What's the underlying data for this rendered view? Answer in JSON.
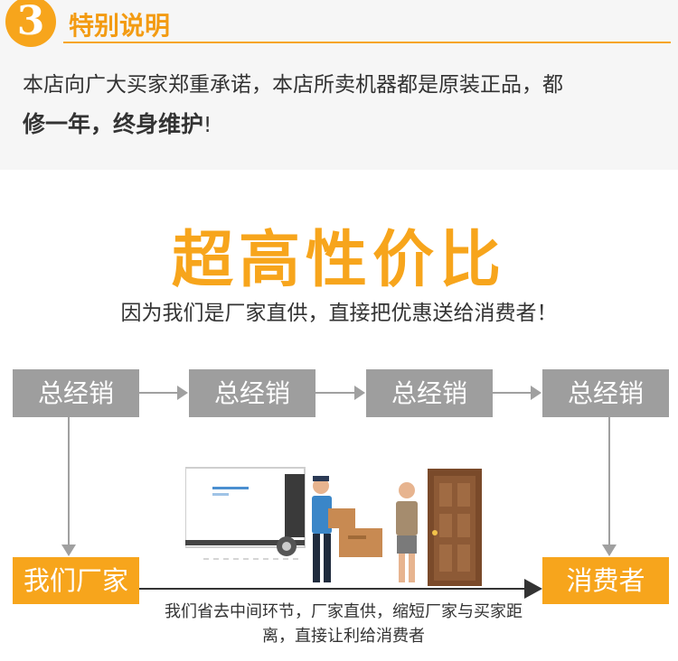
{
  "section": {
    "number": "3",
    "title": "特别说明",
    "notice_line1": "本店向广大买家郑重承诺，本店所卖机器都是原装正品，都",
    "notice_bold": "修一年，终身维护",
    "notice_end": "!"
  },
  "headline": "超高性价比",
  "subheadline": "因为我们是厂家直供，直接把优惠送给消费者！",
  "flow": {
    "distributors": [
      "总经销",
      "总经销",
      "总经销",
      "总经销"
    ],
    "factory": "我们厂家",
    "consumer": "消费者",
    "caption_line1": "我们省去中间环节，厂家直供，缩短厂家与买家距",
    "caption_line2": "离，直接让利给消费者"
  },
  "colors": {
    "accent": "#f7a51c",
    "box_gray": "#9e9e9e"
  }
}
